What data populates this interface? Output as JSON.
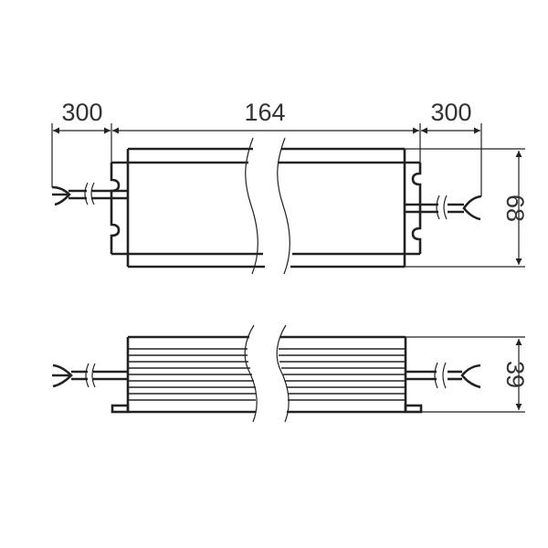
{
  "drawing": {
    "type": "technical-dimension-drawing",
    "subject": "LED power supply housing",
    "units": "mm",
    "views": [
      "top-view",
      "side-view"
    ],
    "dimensions": {
      "left_cable_length": "300",
      "body_length": "164",
      "right_cable_length": "300",
      "body_width": "68",
      "body_height": "39"
    },
    "colors": {
      "line": "#222222",
      "text": "#333333",
      "background": "#ffffff"
    }
  }
}
